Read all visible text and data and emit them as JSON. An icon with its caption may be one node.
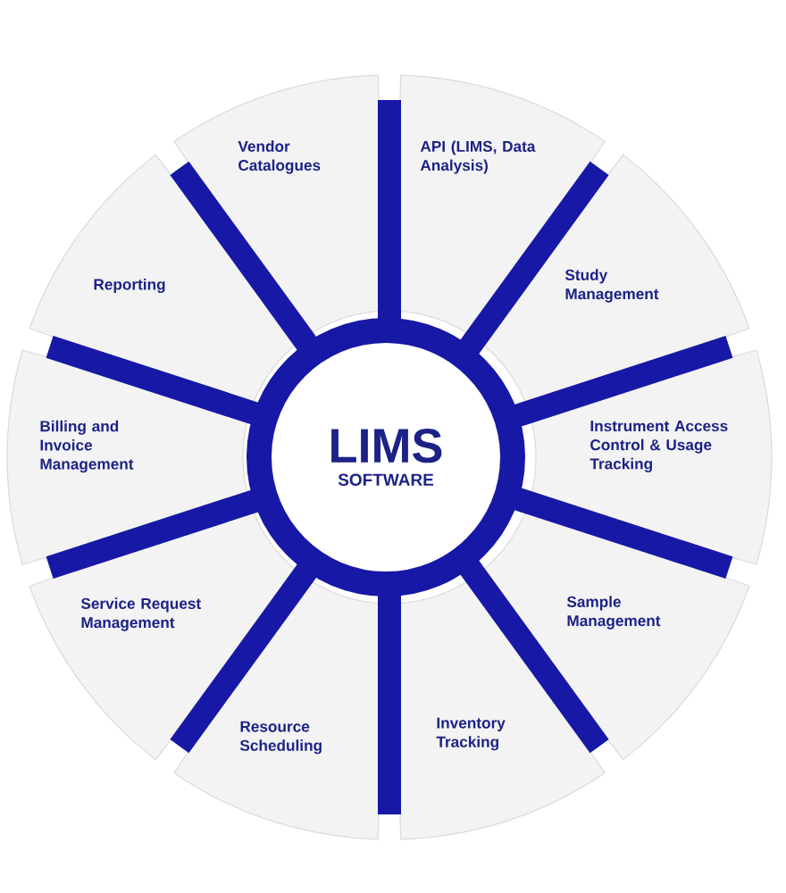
{
  "diagram": {
    "nodes": [
      {
        "text": [
          "LIMS",
          "SOFTWARE"
        ]
      },
      {
        "text": [
          "Vendor Catalogues"
        ]
      },
      {
        "text": [
          "API (LIMS, Data Analysis)"
        ]
      },
      {
        "text": [
          "Study Management"
        ]
      },
      {
        "text": [
          "Instrument Access Control & Usage Tracking"
        ]
      },
      {
        "text": [
          "Sample Management"
        ]
      },
      {
        "text": [
          "Inventory Tracking"
        ]
      },
      {
        "text": [
          "Resource Scheduling"
        ]
      },
      {
        "text": [
          "Service Request Management"
        ]
      },
      {
        "text": [
          "Billing and Invoice Management"
        ]
      },
      {
        "text": [
          "Reporting"
        ]
      }
    ]
  }
}
